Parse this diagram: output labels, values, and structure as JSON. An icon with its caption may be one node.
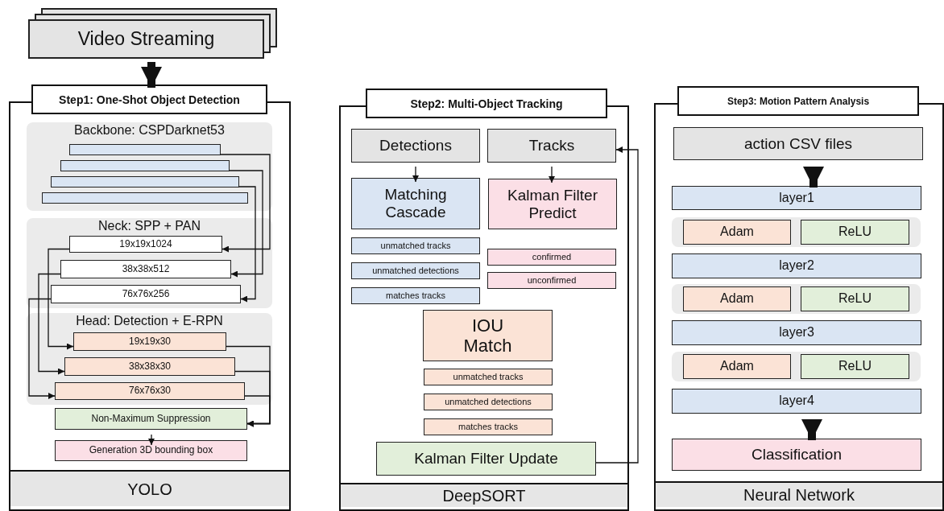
{
  "diagram": {
    "nodes": [
      {
        "text": [
          "Video Streaming"
        ]
      },
      {
        "text": [
          "Step1: One-Shot Object Detection",
          "YOLO"
        ]
      },
      {
        "text": [
          "Backbone: CSPDarknet53"
        ],
        "in": 1
      },
      {
        "text": [],
        "shape": "bar",
        "in": 2
      },
      {
        "text": [],
        "shape": "bar",
        "in": 2
      },
      {
        "text": [],
        "shape": "bar",
        "in": 2
      },
      {
        "text": [],
        "shape": "bar",
        "in": 2
      },
      {
        "text": [
          "Neck: SPP + PAN"
        ],
        "in": 1
      },
      {
        "text": [
          "19x19x1024"
        ],
        "in": 7
      },
      {
        "text": [
          "38x38x512"
        ],
        "in": 7
      },
      {
        "text": [
          "76x76x256"
        ],
        "in": 7
      },
      {
        "text": [
          "Head: Detection + E-RPN"
        ],
        "in": 1
      },
      {
        "text": [
          "19x19x30"
        ],
        "in": 11
      },
      {
        "text": [
          "38x38x30"
        ],
        "in": 11
      },
      {
        "text": [
          "76x76x30"
        ],
        "in": 11
      },
      {
        "text": [
          "Non-Maximum Suppression"
        ],
        "in": 1
      },
      {
        "text": [
          "Generation 3D bounding box"
        ],
        "in": 1
      },
      {
        "text": [
          "Step2: Multi-Object Tracking",
          "DeepSORT"
        ]
      },
      {
        "text": [
          "Detections"
        ],
        "in": 17
      },
      {
        "text": [
          "Tracks"
        ],
        "in": 17
      },
      {
        "text": [
          "Matching Cascade"
        ],
        "in": 17
      },
      {
        "text": [
          "Kalman Filter Predict"
        ],
        "in": 17
      },
      {
        "text": [
          "unmatched tracks"
        ],
        "in": 17
      },
      {
        "text": [
          "unmatched detections"
        ],
        "in": 17
      },
      {
        "text": [
          "matches tracks"
        ],
        "in": 17
      },
      {
        "text": [
          "confirmed"
        ],
        "in": 17
      },
      {
        "text": [
          "unconfirmed"
        ],
        "in": 17
      },
      {
        "text": [
          "IOU Match"
        ],
        "in": 17
      },
      {
        "text": [
          "unmatched tracks"
        ],
        "in": 17
      },
      {
        "text": [
          "unmatched detections"
        ],
        "in": 17
      },
      {
        "text": [
          "matches tracks"
        ],
        "in": 17
      },
      {
        "text": [
          "Kalman Filter Update"
        ],
        "in": 17
      },
      {
        "text": [
          "Step3: Motion Pattern Analysis",
          "Neural Network"
        ]
      },
      {
        "text": [
          "action CSV files"
        ],
        "in": 32
      },
      {
        "text": [
          "layer1"
        ],
        "in": 32
      },
      {
        "text": [],
        "shape": "box",
        "in": 32
      },
      {
        "text": [
          "Adam"
        ],
        "in": 35
      },
      {
        "text": [
          "ReLU"
        ],
        "in": 35
      },
      {
        "text": [
          "layer2"
        ],
        "in": 32
      },
      {
        "text": [],
        "shape": "box",
        "in": 32
      },
      {
        "text": [
          "Adam"
        ],
        "in": 39
      },
      {
        "text": [
          "ReLU"
        ],
        "in": 39
      },
      {
        "text": [
          "layer3"
        ],
        "in": 32
      },
      {
        "text": [],
        "shape": "box",
        "in": 32
      },
      {
        "text": [
          "Adam"
        ],
        "in": 43
      },
      {
        "text": [
          "ReLU"
        ],
        "in": 43
      },
      {
        "text": [
          "layer4"
        ],
        "in": 32
      },
      {
        "text": [
          "Classification"
        ],
        "in": 32
      }
    ],
    "edges": [
      {
        "from": 0,
        "to": 1,
        "arrow": "to",
        "style": "thick"
      },
      {
        "from": 3,
        "to": 8,
        "arrow": "to"
      },
      {
        "from": 4,
        "to": 9,
        "arrow": "to"
      },
      {
        "from": 5,
        "to": 10,
        "arrow": "to"
      },
      {
        "from": 8,
        "to": 12,
        "arrow": "to"
      },
      {
        "from": 9,
        "to": 13,
        "arrow": "to"
      },
      {
        "from": 10,
        "to": 14,
        "arrow": "to"
      },
      {
        "from": 12,
        "to": 15,
        "arrow": "to"
      },
      {
        "from": 13,
        "to": 15,
        "arrow": "to"
      },
      {
        "from": 14,
        "to": 15,
        "arrow": "to"
      },
      {
        "from": 15,
        "to": 16,
        "arrow": "to"
      },
      {
        "from": 18,
        "to": 20,
        "arrow": "to"
      },
      {
        "from": 19,
        "to": 21,
        "arrow": "to"
      },
      {
        "from": 31,
        "to": 19,
        "arrow": "to"
      },
      {
        "from": 33,
        "to": 34,
        "arrow": "to",
        "style": "thick"
      },
      {
        "from": 46,
        "to": 47,
        "arrow": "to",
        "style": "thick"
      }
    ]
  }
}
